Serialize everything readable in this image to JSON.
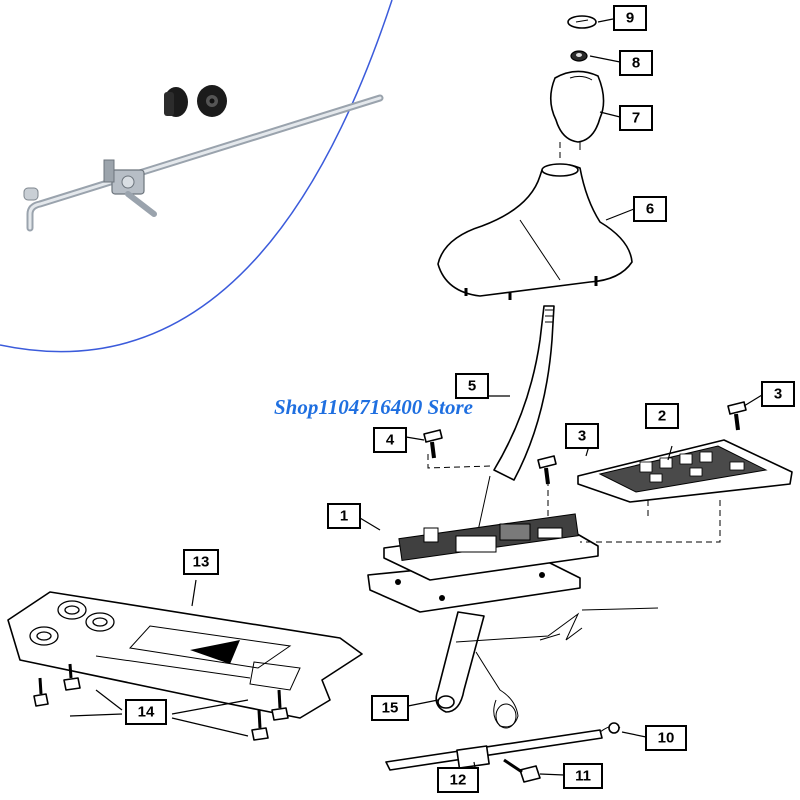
{
  "watermark": {
    "text": "Shop1104716400 Store",
    "color": "#1f6fe0"
  },
  "inset": {
    "outline_color": "#3b5bdb",
    "photo_subject": "shifter-linkage-rod-with-bushings"
  },
  "callouts": [
    {
      "id": "c1",
      "label": "1"
    },
    {
      "id": "c2",
      "label": "2"
    },
    {
      "id": "c3a",
      "label": "3"
    },
    {
      "id": "c3b",
      "label": "3"
    },
    {
      "id": "c4",
      "label": "4"
    },
    {
      "id": "c5",
      "label": "5"
    },
    {
      "id": "c6",
      "label": "6"
    },
    {
      "id": "c7",
      "label": "7"
    },
    {
      "id": "c8",
      "label": "8"
    },
    {
      "id": "c9",
      "label": "9"
    },
    {
      "id": "c10",
      "label": "10"
    },
    {
      "id": "c11",
      "label": "11"
    },
    {
      "id": "c12",
      "label": "12"
    },
    {
      "id": "c13",
      "label": "13"
    },
    {
      "id": "c14",
      "label": "14"
    },
    {
      "id": "c15",
      "label": "15"
    }
  ]
}
